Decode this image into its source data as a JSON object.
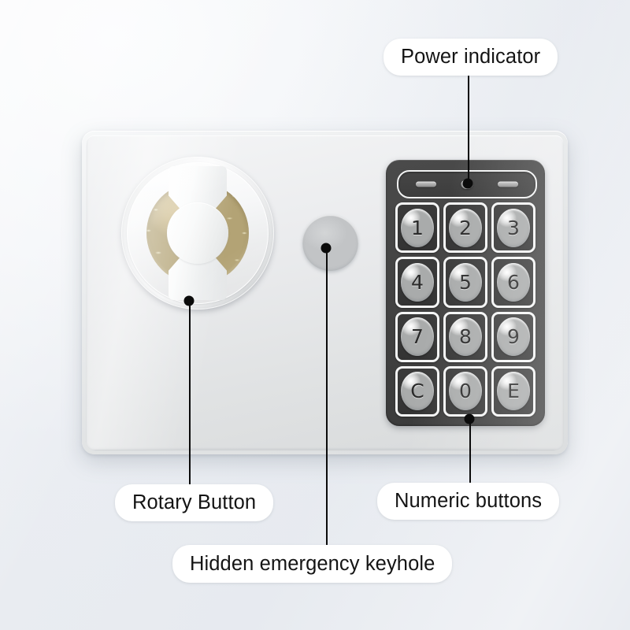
{
  "scene": {
    "title": "Electronic safe lock panel diagram",
    "background_color": "#eef0f4"
  },
  "device": {
    "panel_name": "safe-door-panel",
    "panel_color": "#e6e8e9",
    "keypad_color": "#444444",
    "dial_brass_color": "#cdbb8c",
    "keyhole_color": "#cacccd"
  },
  "keypad": {
    "indicator": {
      "name": "power-indicator",
      "left_pill": "",
      "right_pill": "",
      "led": ""
    },
    "rows": [
      [
        "1",
        "2",
        "3"
      ],
      [
        "4",
        "5",
        "6"
      ],
      [
        "7",
        "8",
        "9"
      ],
      [
        "C",
        "0",
        "E"
      ]
    ]
  },
  "callouts": [
    {
      "id": "power",
      "label": "Power indicator",
      "target": "power-indicator-led"
    },
    {
      "id": "rotary",
      "label": "Rotary Button",
      "target": "rotary-dial"
    },
    {
      "id": "numeric",
      "label": "Numeric buttons",
      "target": "numeric-keypad"
    },
    {
      "id": "keyhole",
      "label": "Hidden emergency keyhole",
      "target": "hidden-keyhole-cover"
    }
  ],
  "labels": {
    "power": "Power indicator",
    "rotary": "Rotary Button",
    "numeric": "Numeric buttons",
    "keyhole": "Hidden emergency keyhole"
  }
}
